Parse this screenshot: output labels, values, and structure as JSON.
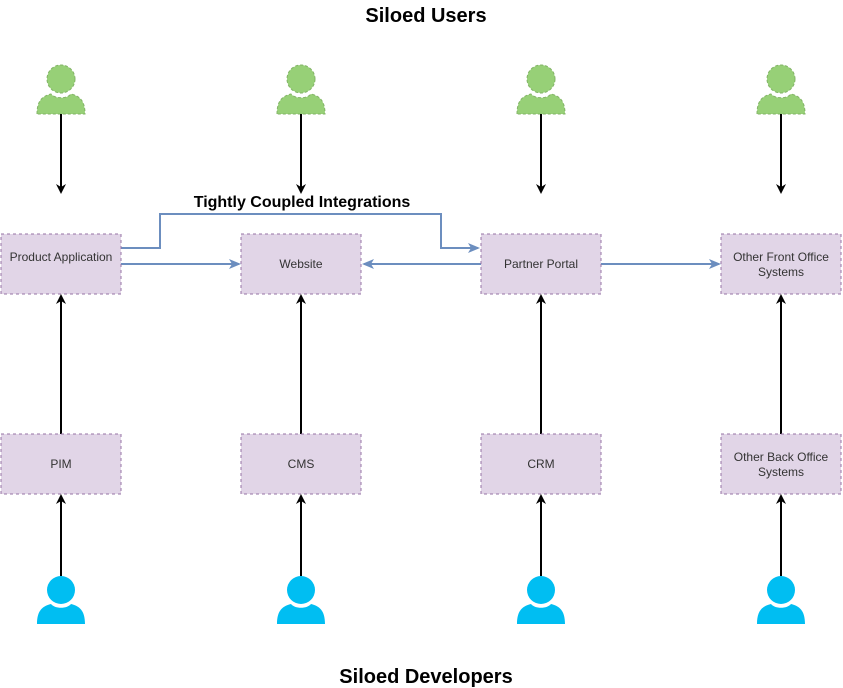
{
  "titles": {
    "top": "Siloed Users",
    "bottom": "Siloed Developers",
    "integration_label": "Tightly Coupled Integrations"
  },
  "colors": {
    "user_green": "#97d077",
    "developer_blue": "#00bef2",
    "box_fill": "#e1d5e7",
    "box_border": "#9673a6",
    "integration_line": "#6c8ebf"
  },
  "columns": [
    {
      "front": [
        "Product Application"
      ],
      "back": [
        "PIM"
      ]
    },
    {
      "front": [
        "Website"
      ],
      "back": [
        "CMS"
      ]
    },
    {
      "front": [
        "Partner Portal"
      ],
      "back": [
        "CRM"
      ]
    },
    {
      "front": [
        "Other Front Office",
        "Systems"
      ],
      "back": [
        "Other Back Office",
        "Systems"
      ]
    }
  ],
  "icons": {
    "user": "user-icon",
    "developer": "developer-icon"
  }
}
